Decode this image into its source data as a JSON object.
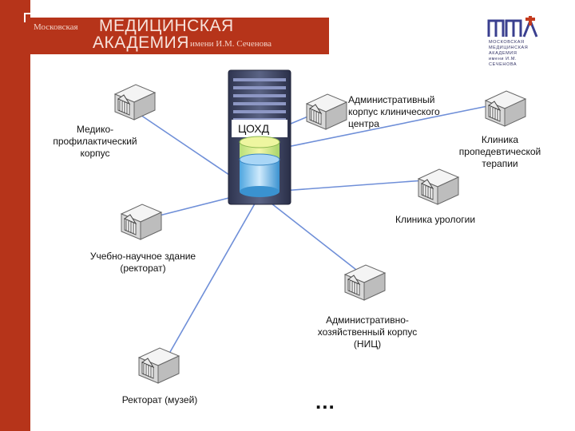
{
  "header": {
    "line1_small": "Московская",
    "line1_big": "МЕДИЦИНСКАЯ",
    "line2_big": "АКАДЕМИЯ",
    "line2_small": "имени И.М. Сеченова"
  },
  "logo": {
    "mark": "ММА",
    "text_lines": [
      "МОСКОВСКАЯ",
      "МЕДИЦИНСКАЯ",
      "АКАДЕМИЯ",
      "имени И.М. СЕЧЕНОВА"
    ]
  },
  "hub": {
    "label": "ЦОХД"
  },
  "nodes": [
    {
      "label": "Медико-\nпрофилактический\nкорпус"
    },
    {
      "label": "Административный\nкорпус клинического\nцентра"
    },
    {
      "label": "Клиника\nпропедевтической\nтерапии"
    },
    {
      "label": "Клиника урологии"
    },
    {
      "label": "Учебно-научное здание\n(ректорат)"
    },
    {
      "label": "Административно-\nхозяйственный корпус\n(НИЦ)"
    },
    {
      "label": "Ректорат (музей)"
    }
  ],
  "more": "..."
}
